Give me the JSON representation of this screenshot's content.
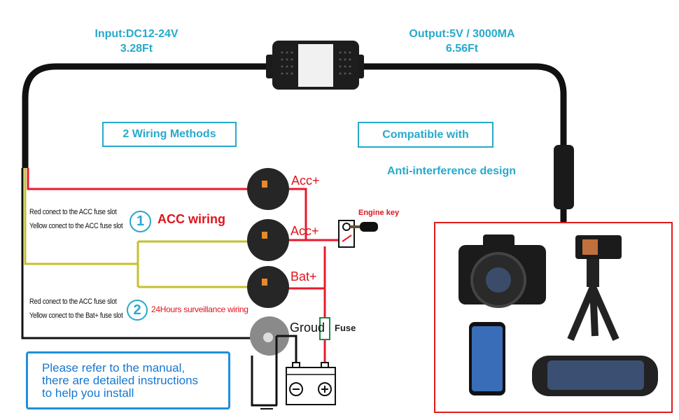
{
  "input": {
    "label": "Input:DC12-24V",
    "length": "3.28Ft"
  },
  "output": {
    "label": "Output:5V / 3000MA",
    "length": "6.56Ft"
  },
  "methods_box": "2 Wiring Methods",
  "compatible_box": "Compatible with",
  "anti_interference": "Anti-interference design",
  "method1": {
    "number": "1",
    "line1": "Red conect to the ACC fuse slot",
    "line2": "Yellow conect to the ACC fuse slot",
    "title": "ACC wiring"
  },
  "method2": {
    "number": "2",
    "line1": "Red conect to the ACC fuse slot",
    "line2": "Yellow conect to the Bat+ fuse slot",
    "title": "24Hours surveillance wiring"
  },
  "labels": {
    "acc1": "Acc+",
    "acc2": "Acc+",
    "bat": "Bat+",
    "ground": "Groud",
    "fuse": "Fuse",
    "engine_key": "Engine key"
  },
  "manual_note": [
    "Please refer to the manual,",
    "there are detailed instructions",
    "to help you install"
  ],
  "colors": {
    "accent": "#27a9cc",
    "red_wire": "#e8192c",
    "yellow_wire": "#c3c12e",
    "frame": "#e01b1b",
    "note_blue": "#1e8fdc"
  }
}
